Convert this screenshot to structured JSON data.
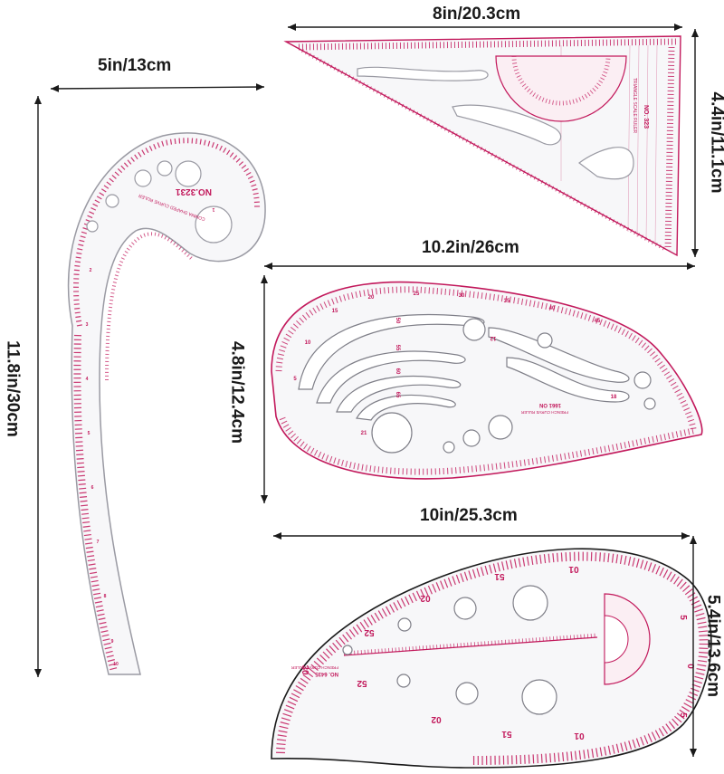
{
  "dimensions": {
    "curve_width": "5in/13cm",
    "curve_height": "11.8in/30cm",
    "triangle_width": "8in/20.3cm",
    "triangle_height": "4.4in/11.1cm",
    "comma_width": "10.2in/26cm",
    "comma_height": "4.8in/12.4cm",
    "drop_width": "10in/25.3cm",
    "drop_height": "5.4in/13.6cm"
  },
  "rulers": {
    "curve": {
      "model": "NO.3231",
      "caption": "COMMA SHAPED CURVE RULER",
      "numbers": [
        "1",
        "2",
        "3",
        "4",
        "5",
        "6",
        "7",
        "8",
        "9",
        "10"
      ]
    },
    "triangle": {
      "model": "NO. 323",
      "caption": "TRIANGLE SCALE RULER"
    },
    "comma": {
      "model": "1661 ON",
      "caption": "FRENCH CURVE RULER",
      "numbers": [
        "5",
        "10",
        "15",
        "20",
        "25",
        "30",
        "35",
        "40",
        "45",
        "50",
        "55",
        "60",
        "65",
        "12",
        "18",
        "21"
      ]
    },
    "drop": {
      "model": "NO. 6435",
      "caption": "FRENCH CURVE RULER",
      "numbers": [
        "01",
        "51",
        "02",
        "52",
        "30",
        "52",
        "02",
        "51",
        "01",
        "5",
        "0",
        "5"
      ]
    }
  },
  "colors": {
    "ruler_pink": "#c2185b",
    "ruler_light": "#f3dce6",
    "plastic": "#f7f7f9",
    "outline": "#9a9aa3",
    "arrow": "#1a1a1a"
  }
}
